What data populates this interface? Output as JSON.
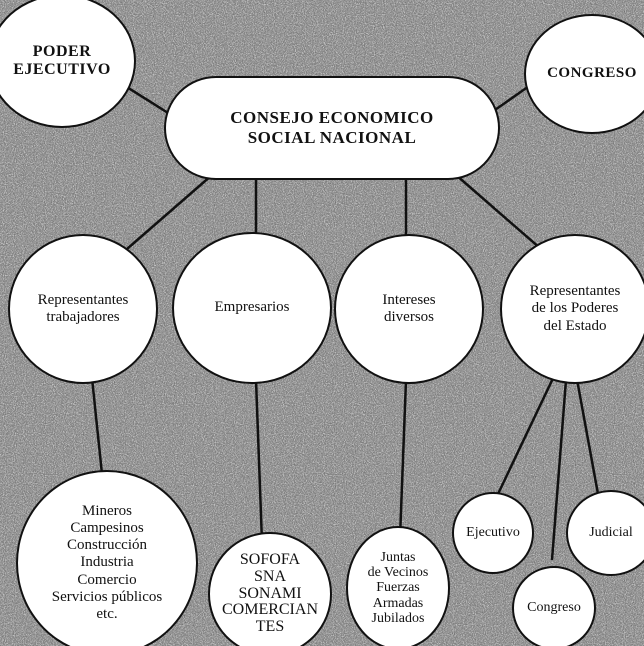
{
  "nodes": {
    "consejo": {
      "lines": [
        "CONSEJO ECONOMICO",
        "SOCIAL NACIONAL"
      ]
    },
    "poder_ejecutivo": {
      "lines": [
        "PODER",
        "EJECUTIVO"
      ]
    },
    "congreso_top": {
      "lines": [
        "CONGRESO"
      ]
    },
    "rep_trabajadores": {
      "lines": [
        "Representantes",
        "trabajadores"
      ]
    },
    "empresarios": {
      "lines": [
        "Empresarios"
      ]
    },
    "intereses": {
      "lines": [
        "Intereses",
        "diversos"
      ]
    },
    "rep_poderes": {
      "lines": [
        "Representantes",
        "de los Poderes",
        "del Estado"
      ]
    },
    "mineros": {
      "lines": [
        "Mineros",
        "Campesinos",
        "Construcción",
        "Industria",
        "Comercio",
        "Servicios públicos",
        "etc."
      ]
    },
    "sofofa": {
      "lines": [
        "SOFOFA",
        "SNA",
        "SONAMI",
        "COMERCIAN",
        "TES"
      ]
    },
    "juntas": {
      "lines": [
        "Juntas",
        "de Vecinos",
        "Fuerzas",
        "Armadas",
        "Jubilados"
      ]
    },
    "ejecutivo": {
      "lines": [
        "Ejecutivo"
      ]
    },
    "judicial": {
      "lines": [
        "Judicial"
      ]
    },
    "congreso_bottom": {
      "lines": [
        "Congreso"
      ]
    }
  },
  "colors": {
    "background": "#6e6e6e",
    "node_fill": "#ffffff",
    "stroke": "#111111"
  }
}
